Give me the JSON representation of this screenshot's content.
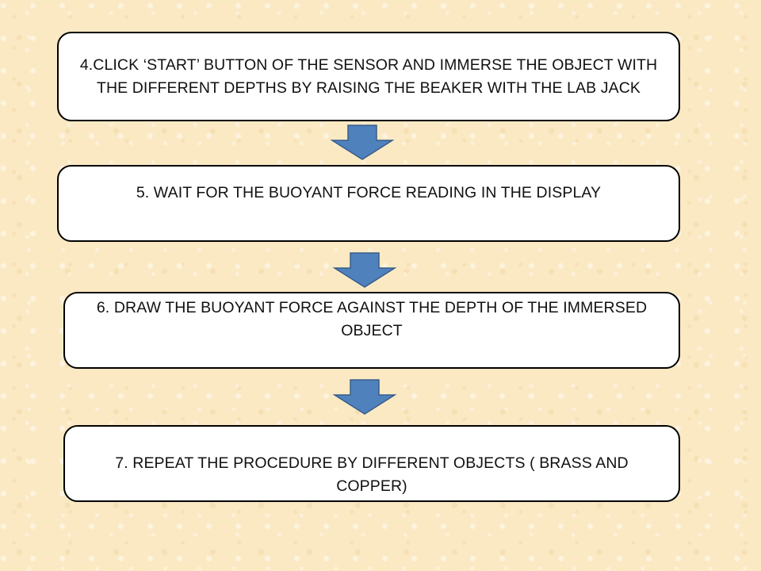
{
  "flowchart": {
    "steps": [
      {
        "text": "4.CLICK ‘START’ BUTTON OF THE SENSOR AND IMMERSE THE OBJECT WITH THE DIFFERENT DEPTHS BY RAISING THE BEAKER WITH THE LAB JACK"
      },
      {
        "text": "5. WAIT FOR THE BUOYANT FORCE READING IN THE DISPLAY"
      },
      {
        "text": "6. DRAW THE BUOYANT FORCE AGAINST THE DEPTH OF THE IMMERSED OBJECT"
      },
      {
        "text": "7. REPEAT THE PROCEDURE BY DIFFERENT OBJECTS ( BRASS AND COPPER)"
      }
    ],
    "arrow_icon": "down-arrow-icon",
    "colors": {
      "background": "#fbe9c4",
      "box_fill": "#ffffff",
      "box_border": "#000000",
      "arrow_fill": "#4f81bd",
      "arrow_stroke": "#385d8a"
    }
  }
}
